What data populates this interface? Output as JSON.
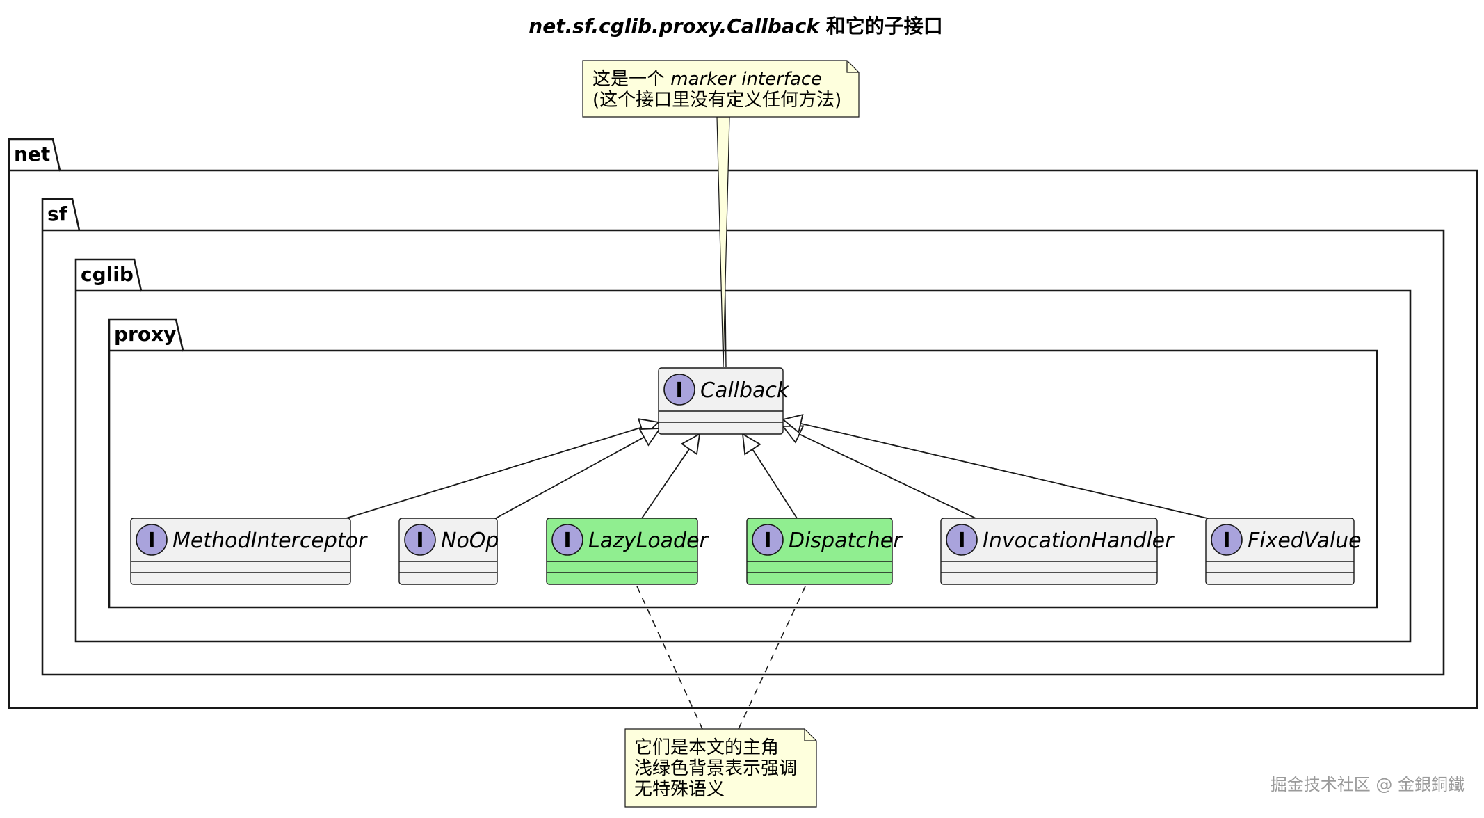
{
  "title": {
    "italic_part": "net.sf.cglib.proxy.Callback",
    "plain_part": " 和它的子接口"
  },
  "packages": [
    {
      "id": "net",
      "label": "net"
    },
    {
      "id": "sf",
      "label": "sf"
    },
    {
      "id": "cglib",
      "label": "cglib"
    },
    {
      "id": "proxy",
      "label": "proxy"
    }
  ],
  "stereotype_letter": "I",
  "colors": {
    "default_fill": "#F1F1F1",
    "highlight_fill": "#90EE90",
    "note_fill": "#FEFFDD",
    "badge_fill": "#A9A3DC",
    "border": "#181818"
  },
  "root_interface": {
    "id": "callback",
    "name": "Callback",
    "highlight": false
  },
  "sub_interfaces": [
    {
      "id": "method-interceptor",
      "name": "MethodInterceptor",
      "highlight": false
    },
    {
      "id": "no-op",
      "name": "NoOp",
      "highlight": false
    },
    {
      "id": "lazy-loader",
      "name": "LazyLoader",
      "highlight": true
    },
    {
      "id": "dispatcher",
      "name": "Dispatcher",
      "highlight": true
    },
    {
      "id": "invocation-handler",
      "name": "InvocationHandler",
      "highlight": false
    },
    {
      "id": "fixed-value",
      "name": "FixedValue",
      "highlight": false
    }
  ],
  "notes": {
    "marker": {
      "line1_plain": "这是一个 ",
      "line1_italic": "marker interface",
      "line2": "(这个接口里没有定义任何方法)"
    },
    "highlight": {
      "lines": [
        "它们是本文的主角",
        "浅绿色背景表示强调",
        "无特殊语义"
      ]
    }
  },
  "watermark": "掘金技术社区 @ 金銀銅鐵"
}
